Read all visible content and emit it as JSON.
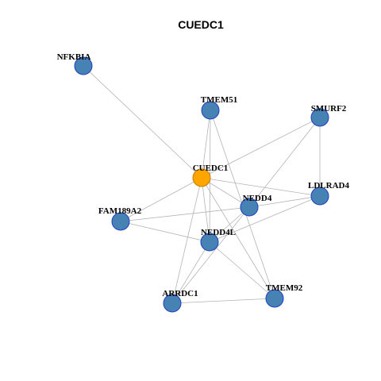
{
  "title": "CUEDC1",
  "colors": {
    "hub_fill": "#FFA500",
    "node_fill": "#4682B4",
    "node_stroke": "#1F3FBF",
    "edge": "#B3B3B3",
    "hub_stroke": "#C57A00"
  },
  "nodes": [
    {
      "id": "NFKBIA",
      "label": "NFKBIA",
      "hub": false
    },
    {
      "id": "TMEM51",
      "label": "TMEM51",
      "hub": false
    },
    {
      "id": "SMURF2",
      "label": "SMURF2",
      "hub": false
    },
    {
      "id": "CUEDC1",
      "label": "CUEDC1",
      "hub": true
    },
    {
      "id": "LDLRAD4",
      "label": "LDLRAD4",
      "hub": false
    },
    {
      "id": "NEDD4",
      "label": "NEDD4",
      "hub": false
    },
    {
      "id": "FAM189A2",
      "label": "FAM189A2",
      "hub": false
    },
    {
      "id": "NEDD4L",
      "label": "NEDD4L",
      "hub": false
    },
    {
      "id": "TMEM92",
      "label": "TMEM92",
      "hub": false
    },
    {
      "id": "ARRDC1",
      "label": "ARRDC1",
      "hub": false
    }
  ],
  "edges": [
    [
      "NFKBIA",
      "CUEDC1"
    ],
    [
      "TMEM51",
      "CUEDC1"
    ],
    [
      "TMEM51",
      "NEDD4L"
    ],
    [
      "TMEM51",
      "TMEM92"
    ],
    [
      "SMURF2",
      "CUEDC1"
    ],
    [
      "SMURF2",
      "LDLRAD4"
    ],
    [
      "SMURF2",
      "NEDD4"
    ],
    [
      "CUEDC1",
      "NEDD4"
    ],
    [
      "CUEDC1",
      "NEDD4L"
    ],
    [
      "CUEDC1",
      "FAM189A2"
    ],
    [
      "CUEDC1",
      "ARRDC1"
    ],
    [
      "CUEDC1",
      "LDLRAD4"
    ],
    [
      "CUEDC1",
      "TMEM92"
    ],
    [
      "LDLRAD4",
      "NEDD4"
    ],
    [
      "LDLRAD4",
      "NEDD4L"
    ],
    [
      "FAM189A2",
      "NEDD4"
    ],
    [
      "FAM189A2",
      "NEDD4L"
    ],
    [
      "NEDD4",
      "NEDD4L"
    ],
    [
      "NEDD4",
      "ARRDC1"
    ],
    [
      "NEDD4L",
      "TMEM92"
    ],
    [
      "NEDD4L",
      "ARRDC1"
    ],
    [
      "ARRDC1",
      "TMEM92"
    ]
  ]
}
